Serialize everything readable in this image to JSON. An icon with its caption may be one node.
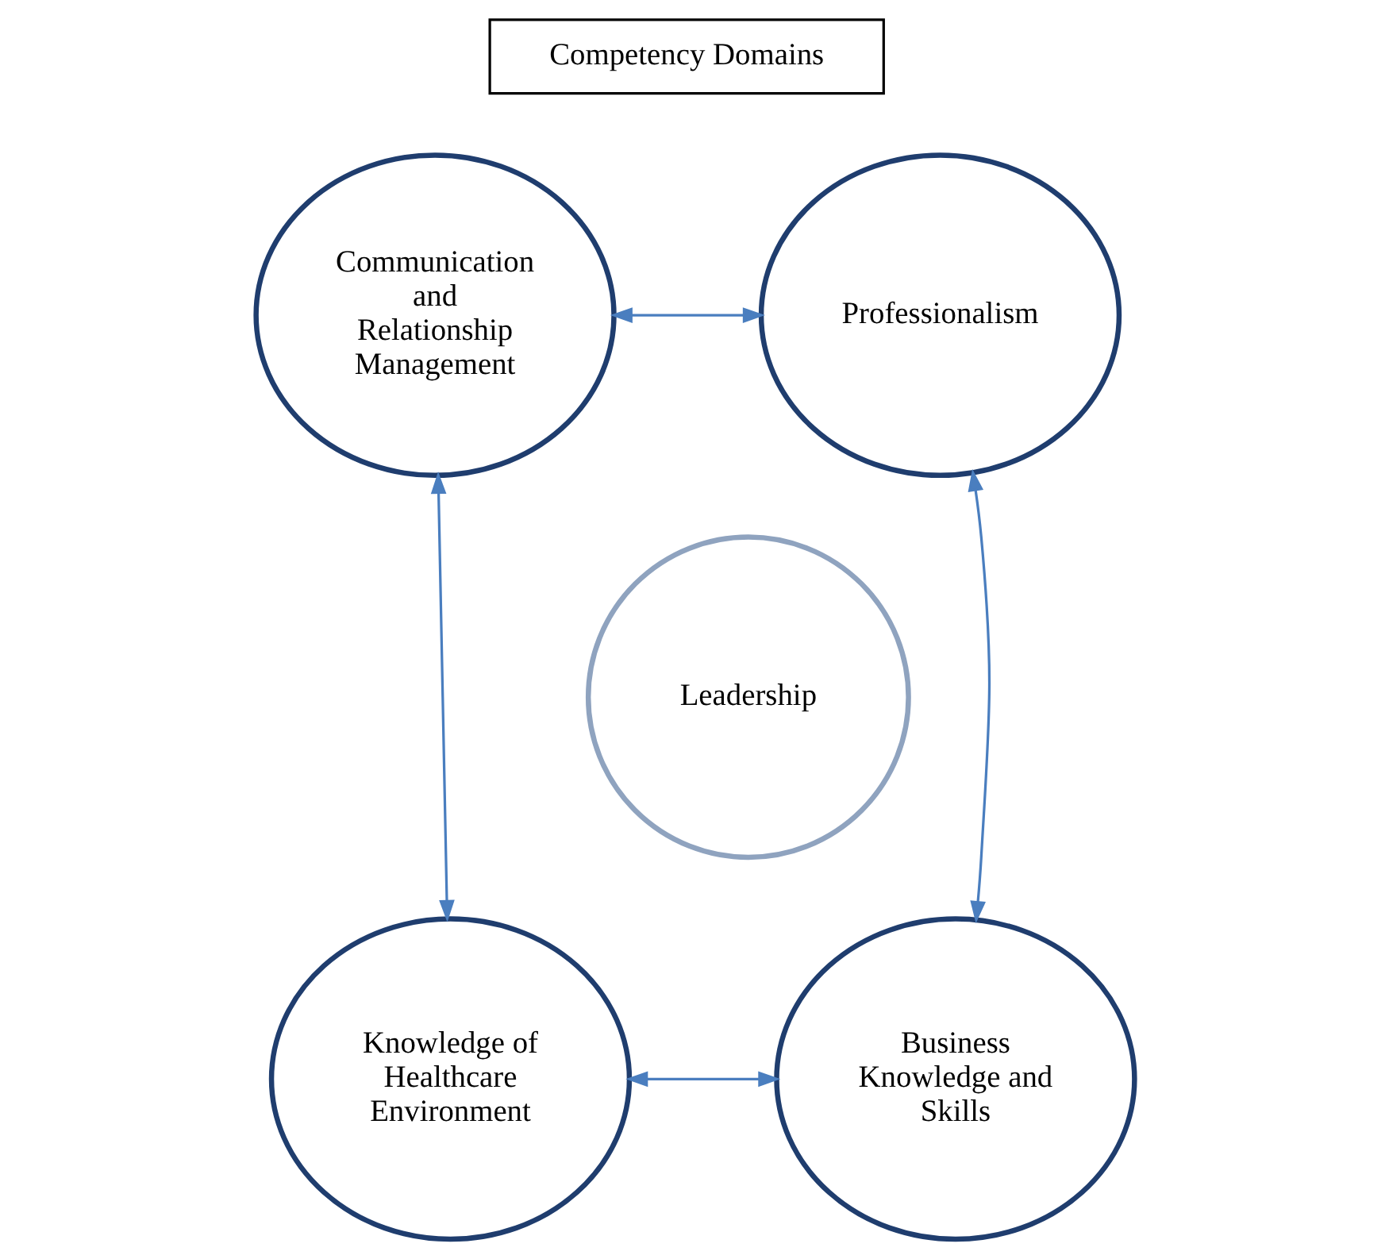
{
  "diagram": {
    "nodes": [
      {
        "text": [
          "Competency Domains"
        ]
      },
      {
        "text": [
          "Communication and Relationship Management"
        ]
      },
      {
        "text": [
          "Professionalism"
        ]
      },
      {
        "text": [
          "Leadership"
        ]
      },
      {
        "text": [
          "Knowledge of Healthcare Environment"
        ]
      },
      {
        "text": [
          "Business Knowledge and Skills"
        ]
      }
    ],
    "edges": [
      {
        "from": 1,
        "to": 2,
        "arrow": "both"
      },
      {
        "from": 1,
        "to": 4,
        "arrow": "both"
      },
      {
        "from": 4,
        "to": 5,
        "arrow": "both"
      },
      {
        "from": 2,
        "to": 5,
        "arrow": "both"
      }
    ]
  }
}
